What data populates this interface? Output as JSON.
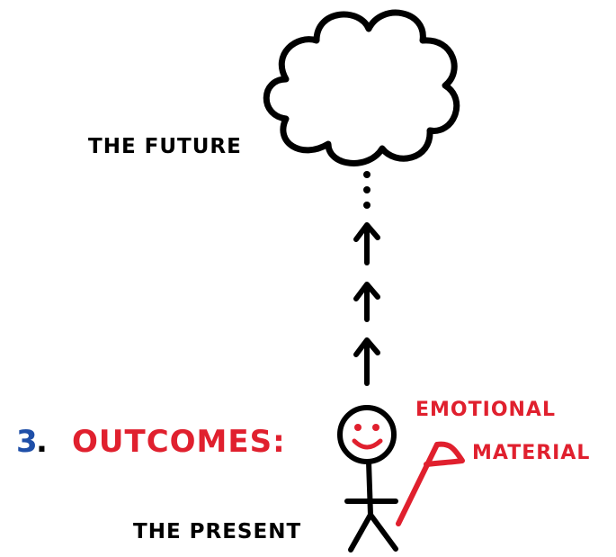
{
  "labels": {
    "future": "THE FUTURE",
    "present": "THE PRESENT",
    "step_number": "3",
    "step_dot": ".",
    "step_title": "OUTCOMES:",
    "flag_line1": "EMOTIONAL",
    "flag_line2": "MATERIAL"
  },
  "colors": {
    "ink": "#000000",
    "accent_red": "#e0202e",
    "number_blue": "#1f4fa8",
    "background": "#ffffff"
  },
  "icons": {
    "cloud": "thought-cloud-icon",
    "arrow": "up-arrow-icon",
    "figure": "stick-figure-icon",
    "flag": "flag-icon"
  }
}
